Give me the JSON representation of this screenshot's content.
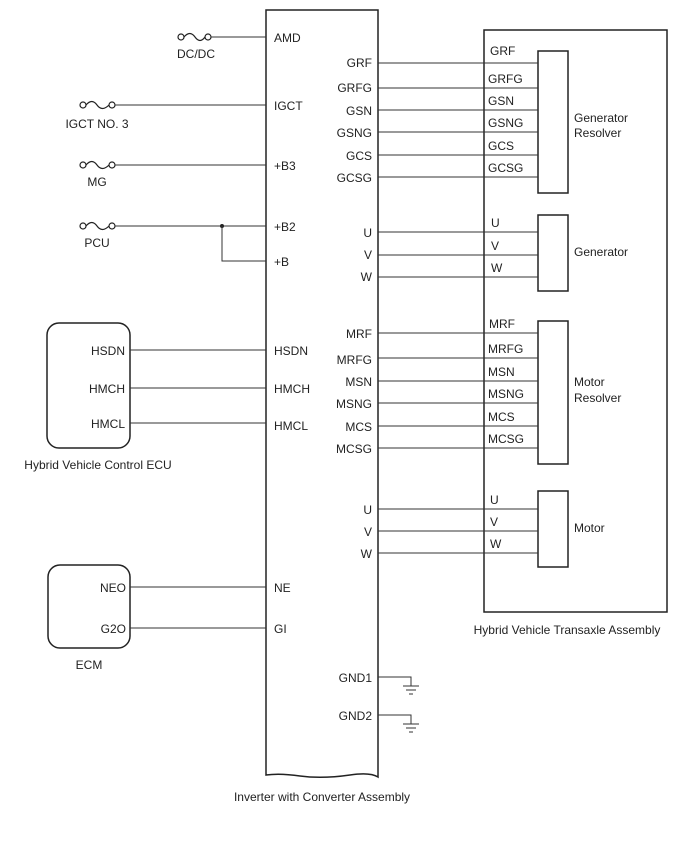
{
  "inverter": {
    "title": "Inverter with Converter Assembly",
    "left_pins": [
      "AMD",
      "IGCT",
      "+B3",
      "+B2",
      "+B",
      "HSDN",
      "HMCH",
      "HMCL",
      "NE",
      "GI"
    ],
    "gnd_pins": [
      "GND1",
      "GND2"
    ],
    "right_pins": {
      "gen_resolver": [
        "GRF",
        "GRFG",
        "GSN",
        "GSNG",
        "GCS",
        "GCSG"
      ],
      "generator": [
        "U",
        "V",
        "W"
      ],
      "motor_resolver": [
        "MRF",
        "MRFG",
        "MSN",
        "MSNG",
        "MCS",
        "MCSG"
      ],
      "motor": [
        "U",
        "V",
        "W"
      ]
    }
  },
  "fuses": {
    "dcdc": "DC/DC",
    "igct": "IGCT NO. 3",
    "mg": "MG",
    "pcu": "PCU"
  },
  "hv_ecu": {
    "title": "Hybrid Vehicle Control ECU",
    "pins": [
      "HSDN",
      "HMCH",
      "HMCL"
    ]
  },
  "ecm": {
    "title": "ECM",
    "pins": [
      "NEO",
      "G2O"
    ]
  },
  "transaxle": {
    "title": "Hybrid Vehicle Transaxle Assembly",
    "gen_resolver": {
      "label_line1": "Generator",
      "label_line2": "Resolver",
      "pins": [
        "GRF",
        "GRFG",
        "GSN",
        "GSNG",
        "GCS",
        "GCSG"
      ]
    },
    "generator": {
      "label": "Generator",
      "pins": [
        "U",
        "V",
        "W"
      ]
    },
    "motor_resolver": {
      "label_line1": "Motor",
      "label_line2": "Resolver",
      "pins": [
        "MRF",
        "MRFG",
        "MSN",
        "MSNG",
        "MCS",
        "MCSG"
      ]
    },
    "motor": {
      "label": "Motor",
      "pins": [
        "U",
        "V",
        "W"
      ]
    }
  }
}
